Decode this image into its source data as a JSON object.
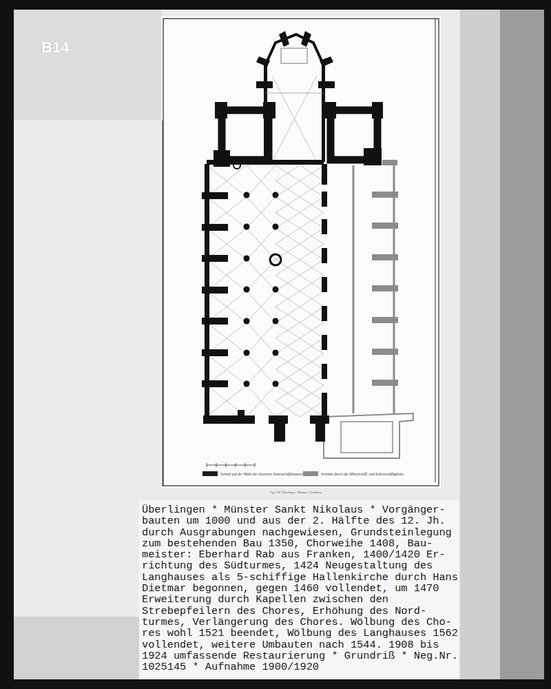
{
  "diagram": {
    "caption": "Überlingen * Münster Sankt Nikolaus * Vorgänger- bauten um 1000 und aus der 2. Hälfte des 12. Jh. durch Ausgrabungen nachgewiesen, Grundsteinlegung zum bestehenden Bau 1350, Chorweihe 1408, Bau- meister: Eberhard Rab aus Franken, 1400/1420 Er- richtung des Südturmes, 1424 Neugestaltung des Langhauses als 5-schiffige Hallenkirche durch Hans Dietmar begonnen, gegen 1460 vollendet, um 1470 Erweiterung durch Kapellen zwischen den Strebepfeilern des Chores, Erhöhung des Nord- turmes, Verlängerung des Chores. Wölbung des Cho- res wohl 1521 beendet, Wölbung des Langhauses 1562 vollendet, weitere Umbauten nach 1544. 1908 bis 1924 umfassende Restaurierung * Grundriß * Neg.Nr. 1025145 * Aufnahme 1900/1920",
    "labels": [
      "B14",
      "Fig. 150. Überlingen. Münster. Grundriss."
    ],
    "legend": [
      {
        "text": "Schnitt auf der Höhe der äusseren Seitenschiffsmauern",
        "color": "#1a1a1a"
      },
      {
        "text": "Schnitte durch die Mittelschiff- und Seitenschiffspfeiler",
        "color": "#8c8c8c"
      }
    ]
  }
}
